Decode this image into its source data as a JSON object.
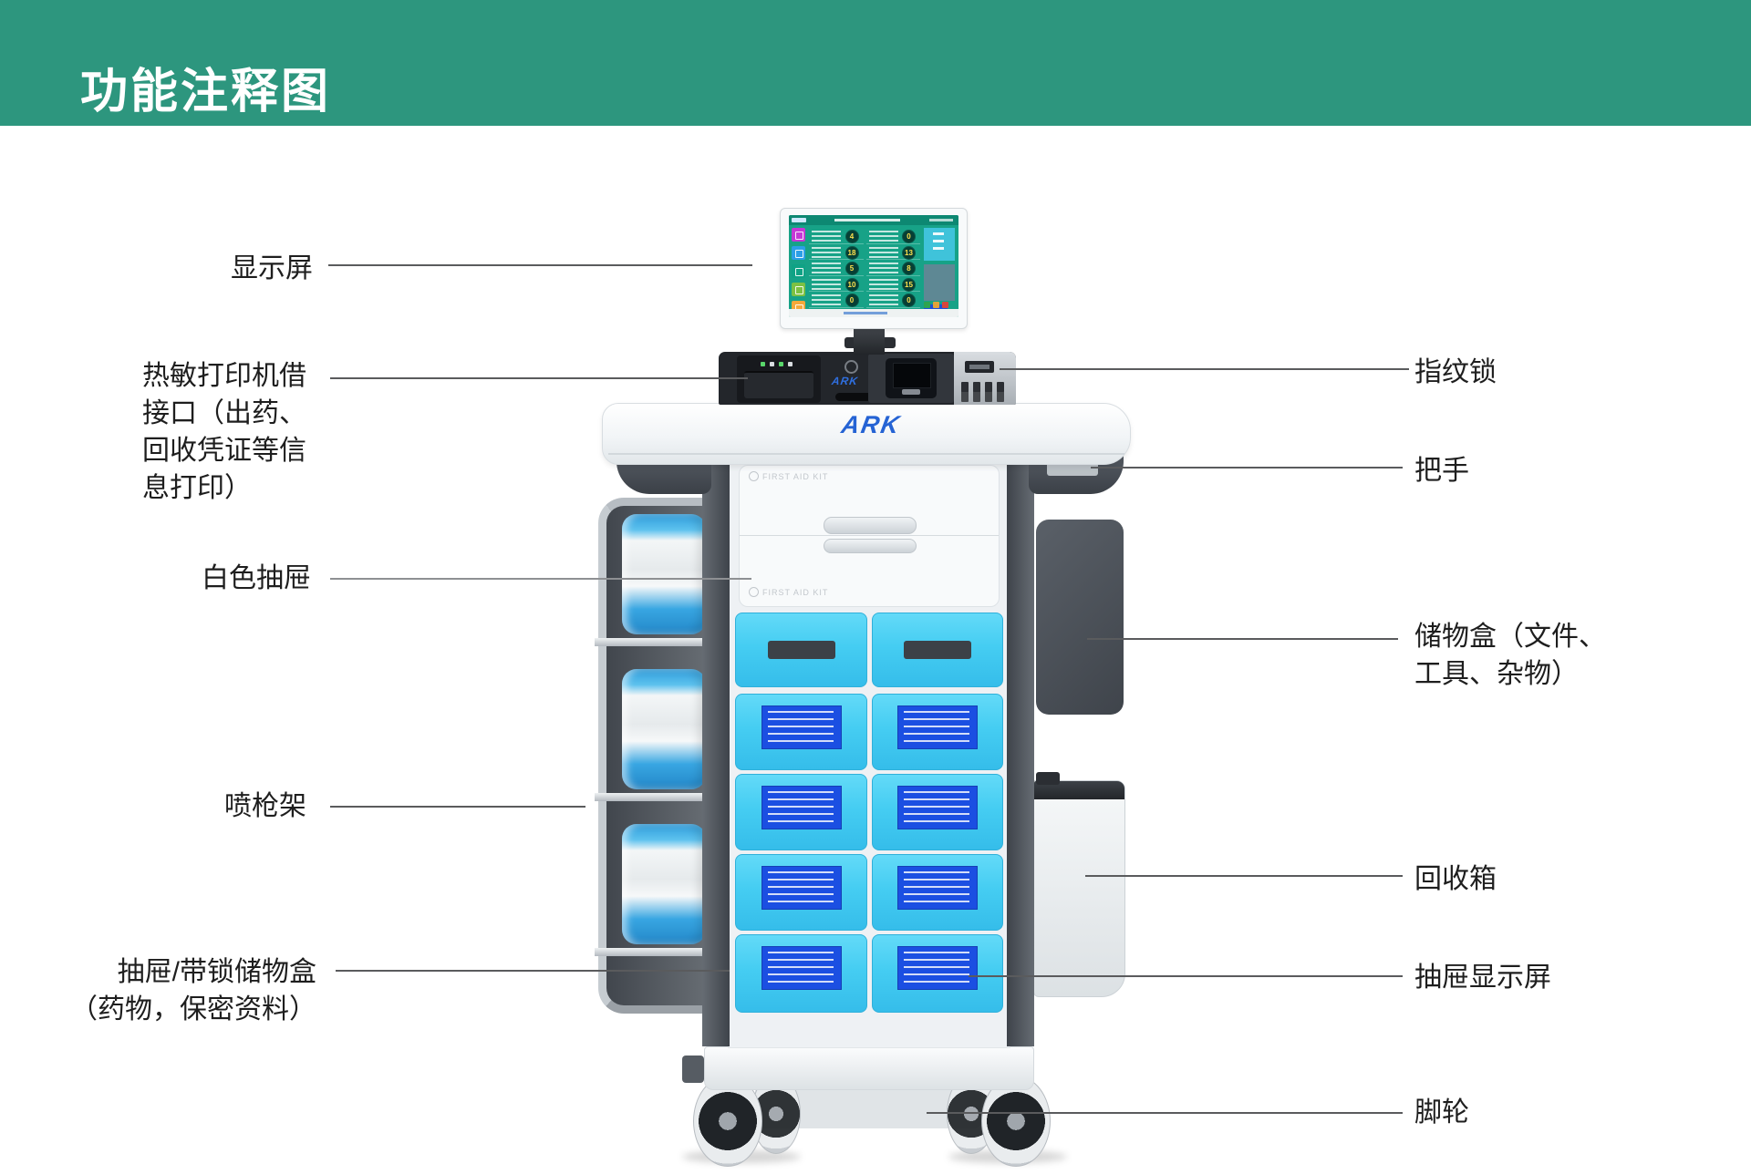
{
  "header": {
    "title": "功能注释图",
    "bg_color": "#2D967E"
  },
  "annotations": {
    "left": [
      {
        "id": "display",
        "label": "显示屏"
      },
      {
        "id": "printer-port",
        "label": "热敏打印机借\n接口（出药、\n回收凭证等信\n息打印）"
      },
      {
        "id": "white-drawer",
        "label": "白色抽屉"
      },
      {
        "id": "spray-gun-rack",
        "label": "喷枪架"
      },
      {
        "id": "locked-drawer",
        "label": "抽屉/带锁储物盒\n（药物，保密资料）"
      }
    ],
    "right": [
      {
        "id": "fingerprint-lock",
        "label": "指纹锁"
      },
      {
        "id": "handle",
        "label": "把手"
      },
      {
        "id": "storage-box",
        "label": "储物盒（文件、\n工具、杂物）"
      },
      {
        "id": "recycle-bin",
        "label": "回收箱"
      },
      {
        "id": "drawer-display",
        "label": "抽屉显示屏"
      },
      {
        "id": "casters",
        "label": "脚轮"
      }
    ]
  },
  "device": {
    "brand_logo": "ARK",
    "console_logo": "ARK",
    "drawer_print_label": "FIRST AID KIT",
    "monitor": {
      "rows": [
        {
          "left_badge": "4",
          "right_badge": "0"
        },
        {
          "left_badge": "18",
          "right_badge": "13"
        },
        {
          "left_badge": "5",
          "right_badge": "8"
        },
        {
          "left_badge": "10",
          "right_badge": "15"
        },
        {
          "left_badge": "0",
          "right_badge": "0"
        }
      ]
    }
  },
  "colors": {
    "header_bg": "#2D967E",
    "drawer_cyan": "#45CDF2",
    "lcd_blue": "#1B4FE2",
    "monitor_screen_green": "#17A287",
    "callout_line": "#5A5B5D"
  }
}
